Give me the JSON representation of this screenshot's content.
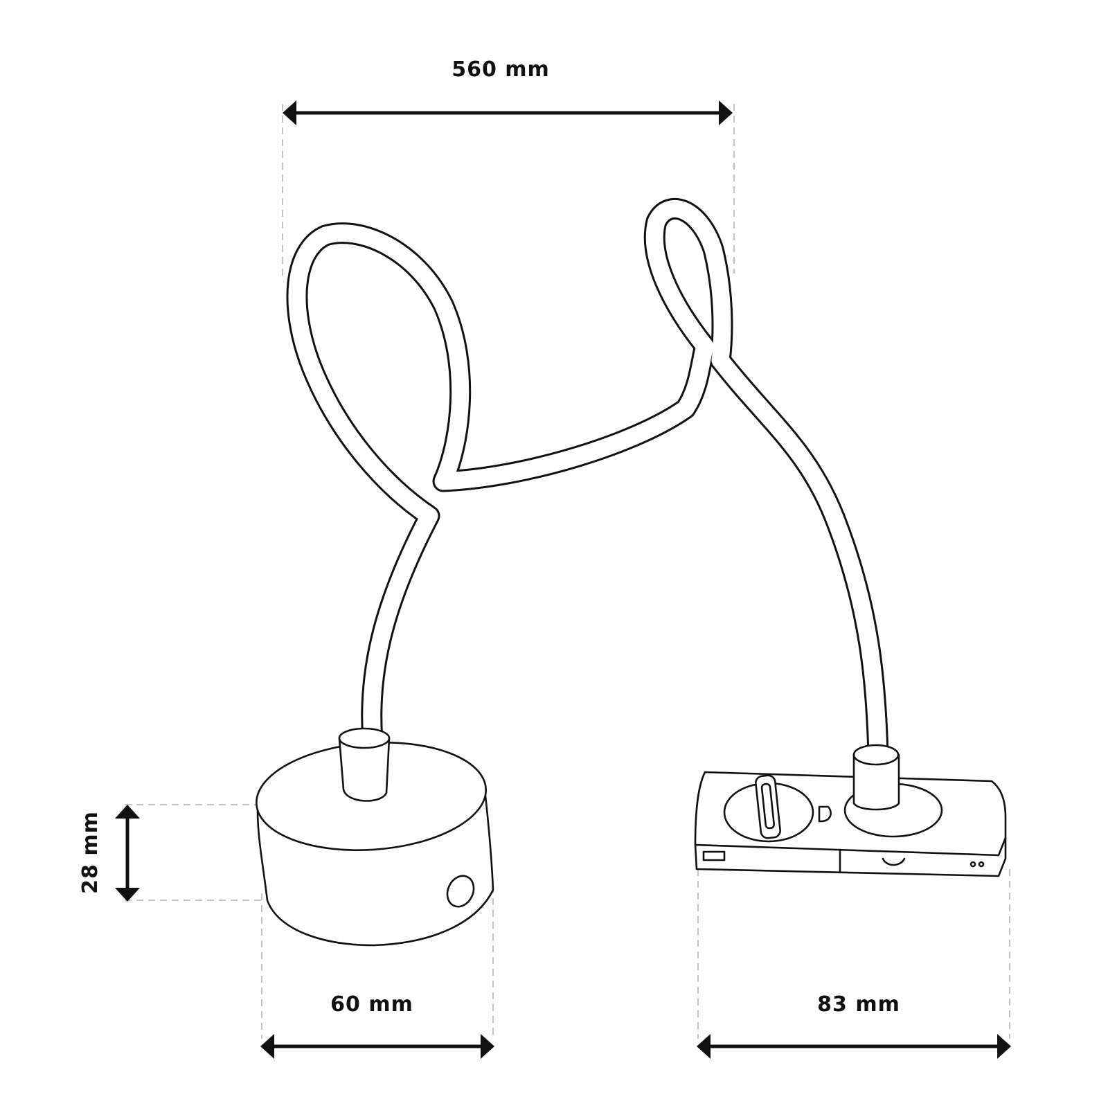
{
  "dimensions": {
    "length_label": "560 mm",
    "height_label": "28 mm",
    "base_width_label": "60 mm",
    "plug_width_label": "83 mm"
  },
  "colors": {
    "line": "#111111",
    "guide": "#c4c4c4",
    "background": "#ffffff"
  }
}
